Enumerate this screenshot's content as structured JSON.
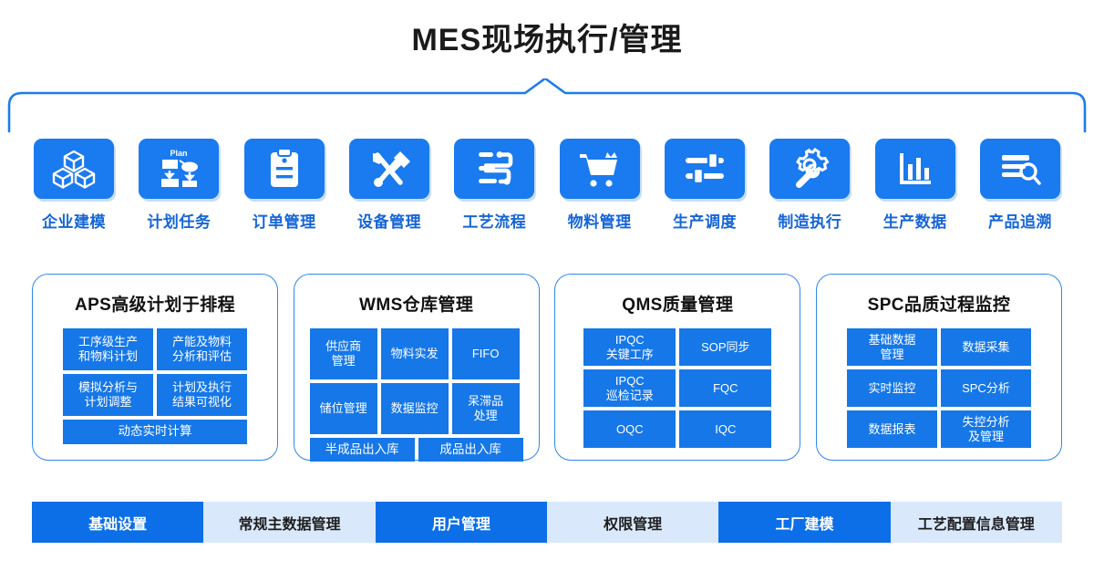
{
  "header": {
    "title": "MES现场执行/管理"
  },
  "colors": {
    "primary_blue": "#1a7aef",
    "tile_blue": "#1677e8",
    "label_blue": "#1565d8",
    "bracket_blue": "#1c7ced",
    "bar_on": "#0d6fe8",
    "bar_off": "#d9e9fb",
    "title_black": "#1a1a1a"
  },
  "modules": [
    {
      "label": "企业建模",
      "icon": "cubes-icon"
    },
    {
      "label": "计划任务",
      "icon": "plan-flowchart-icon"
    },
    {
      "label": "订单管理",
      "icon": "clipboard-icon"
    },
    {
      "label": "设备管理",
      "icon": "wrench-screwdriver-icon"
    },
    {
      "label": "工艺流程",
      "icon": "process-flow-icon"
    },
    {
      "label": "物料管理",
      "icon": "shopping-cart-icon"
    },
    {
      "label": "生产调度",
      "icon": "sliders-icon"
    },
    {
      "label": "制造执行",
      "icon": "gear-wrench-icon"
    },
    {
      "label": "生产数据",
      "icon": "bar-chart-icon"
    },
    {
      "label": "产品追溯",
      "icon": "list-search-icon"
    }
  ],
  "icon_plan_text": "Plan",
  "cards": [
    {
      "title": "APS高级计划于排程",
      "tiles": [
        "工序级生产\n和物料计划",
        "产能及物料\n分析和评估",
        "模拟分析与\n计划调整",
        "计划及执行\n结果可视化"
      ],
      "full_tile": "动态实时计算"
    },
    {
      "title": "WMS仓库管理",
      "tiles": [
        "供应商\n管理",
        "物料实发",
        "FIFO",
        "储位管理",
        "数据监控",
        "呆滞品\n处理"
      ],
      "half_tiles": [
        "半成品出入库",
        "成品出入库"
      ]
    },
    {
      "title": "QMS质量管理",
      "tiles": [
        "IPQC\n关键工序",
        "SOP同步",
        "IPQC\n巡检记录",
        "FQC",
        "OQC",
        "IQC"
      ]
    },
    {
      "title": "SPC品质过程监控",
      "tiles": [
        "基础数据\n管理",
        "数据采集",
        "实时监控",
        "SPC分析",
        "数据报表",
        "失控分析\n及管理"
      ]
    }
  ],
  "bottom_bar": [
    {
      "label": "基础设置",
      "active": true
    },
    {
      "label": "常规主数据管理",
      "active": false
    },
    {
      "label": "用户管理",
      "active": true
    },
    {
      "label": "权限管理",
      "active": false
    },
    {
      "label": "工厂建模",
      "active": true
    },
    {
      "label": "工艺配置信息管理",
      "active": false
    }
  ]
}
